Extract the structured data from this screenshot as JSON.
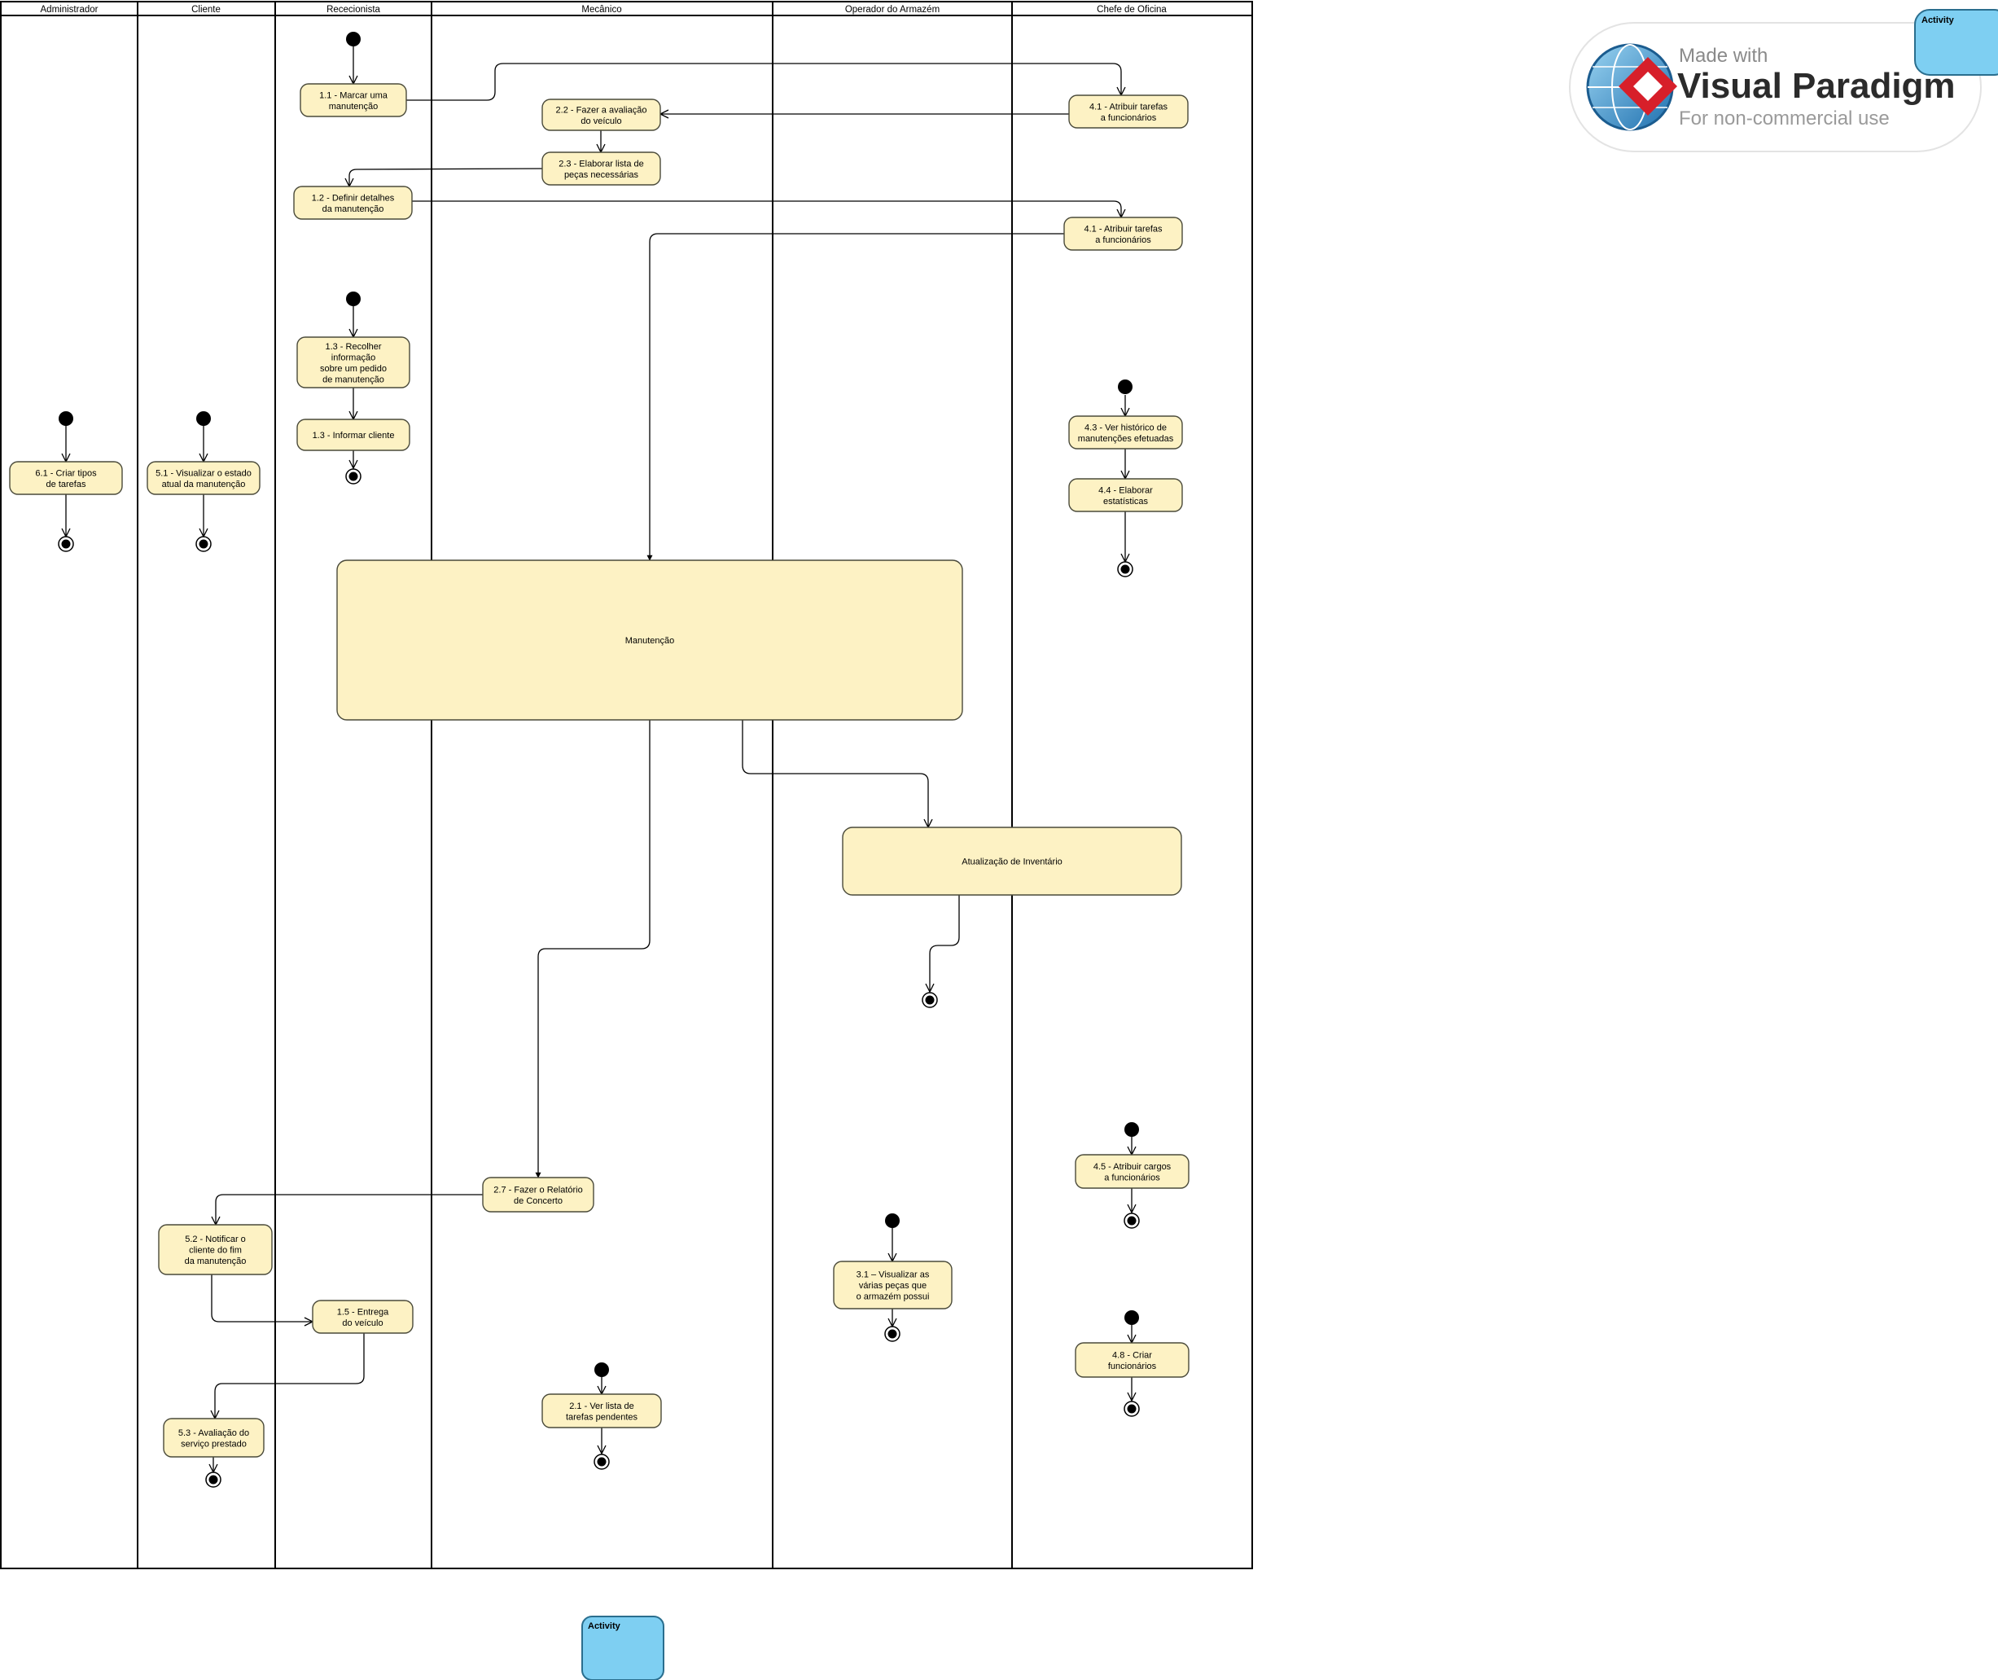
{
  "lanes": [
    {
      "id": "admin",
      "label": "Administrador"
    },
    {
      "id": "cliente",
      "label": "Cliente"
    },
    {
      "id": "rececionista",
      "label": "Rececionista"
    },
    {
      "id": "mecanico",
      "label": "Mecânico"
    },
    {
      "id": "armazem",
      "label": "Operador do Armazém"
    },
    {
      "id": "chefe",
      "label": "Chefe de Oficina"
    }
  ],
  "activities": {
    "a11": [
      "1.1 - Marcar uma",
      "manutenção"
    ],
    "a22": [
      "2.2 - Fazer a avaliação",
      "do veículo"
    ],
    "a41a": [
      "4.1 -  Atribuir tarefas",
      "a funcionários"
    ],
    "a23": [
      "2.3 - Elaborar lista de",
      "peças necessárias"
    ],
    "a12": [
      "1.2 - Definir detalhes",
      "da manutenção"
    ],
    "a41b": [
      "4.1 -  Atribuir tarefas",
      "a funcionários"
    ],
    "a13a": [
      "1.3 -  Recolher",
      "informação",
      "sobre um pedido",
      "de manutenção"
    ],
    "a13b": [
      "1.3 - Informar cliente"
    ],
    "a61": [
      "6.1 - Criar tipos",
      "de tarefas"
    ],
    "a51": [
      "5.1 - Visualizar o estado",
      "atual da manutenção"
    ],
    "a43": [
      "4.3 - Ver histórico de",
      "manutenções efetuadas"
    ],
    "a44": [
      "4.4 - Elaborar",
      "estatísticas"
    ],
    "manutencao": [
      "Manutenção"
    ],
    "inventario": [
      "Atualização de Inventário"
    ],
    "a45": [
      "4.5 - Atribuir cargos",
      "a funcionários"
    ],
    "a27": [
      "2.7 - Fazer o Relatório",
      "de Concerto"
    ],
    "a52": [
      "5.2 - Notificar o",
      "cliente do fim",
      "da manutenção"
    ],
    "a31": [
      "3.1 – Visualizar as",
      "várias peças que",
      "o armazém possui"
    ],
    "a15": [
      "1.5 - Entrega",
      "do veículo"
    ],
    "a48": [
      "4.8 - Criar",
      "funcionários"
    ],
    "a21": [
      "2.1 - Ver lista de",
      "tarefas pendentes"
    ],
    "a53": [
      "5.3 - Avaliação do",
      "serviço prestado"
    ]
  },
  "watermark": {
    "line1": "Made with",
    "line2": "Visual Paradigm",
    "line3": "For non-commercial use"
  },
  "tags": {
    "top": "Activity",
    "bottom": "Activity"
  },
  "colors": {
    "activity_fill": "#fdf2c4",
    "activity_stroke": "#4a4a3a",
    "tag_fill": "#7ecff2",
    "tag_stroke": "#2a6e8e",
    "line": "#000000"
  }
}
